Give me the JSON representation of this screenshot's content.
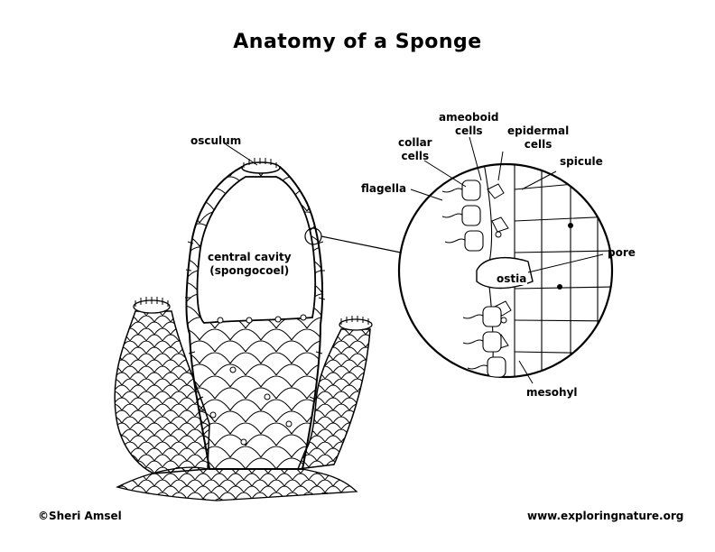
{
  "title": "Anatomy of a Sponge",
  "labels": {
    "osculum": "osculum",
    "central_cavity_line1": "central cavity",
    "central_cavity_line2": "(spongocoel)",
    "ameoboid_line1": "ameoboid",
    "ameoboid_line2": "cells",
    "epidermal_line1": "epidermal",
    "epidermal_line2": "cells",
    "collar_line1": "collar",
    "collar_line2": "cells",
    "spicule": "spicule",
    "flagella": "flagella",
    "pore": "pore",
    "ostia": "ostia",
    "mesohyl": "mesohyl"
  },
  "footer": {
    "copyright": "©Sheri Amsel",
    "website": "www.exploringnature.org"
  }
}
